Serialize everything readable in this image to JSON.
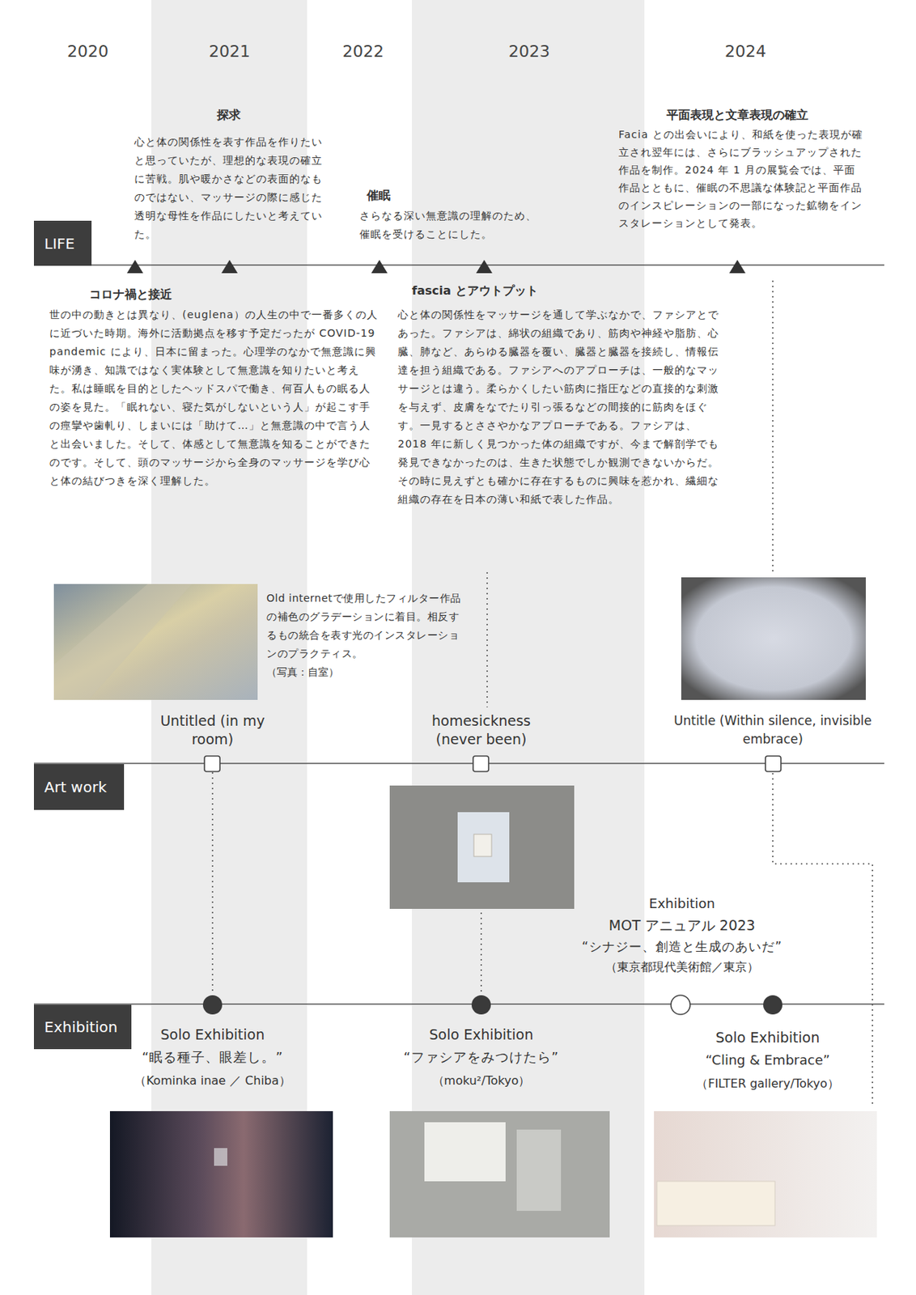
{
  "diagram": {
    "nodes": [
      {
        "text": [
          "LIFE"
        ]
      },
      {
        "text": [
          "Art work"
        ]
      },
      {
        "text": [
          "Exhibition"
        ]
      }
    ],
    "labels": [
      "2020",
      "2021",
      "2022",
      "2023",
      "2024",
      "探求",
      "心と体の関係性を表す作品を作りたいと思っていたが、理想的な表現の確立に苦戦。肌や暖かさなどの表面的なものではない、マッサージの際に感じた透明な母性を作品にしたいと考えていた。",
      "催眠",
      "さらなる深い無意識の理解のため、催眠を受けることにした。",
      "平面表現と文章表現の確立",
      "Facia との出会いにより、和紙を使った表現が確立され翌年には、さらにブラッシュアップされた作品を制作。2024 年 1 月の展覧会では、平面作品とともに、催眠の不思議な体験記と平面作品のインスピレーションの一部になった鉱物をインスタレーションとして発表。",
      "コロナ禍と接近",
      "世の中の動きとは異なり、(euglena）の人生の中で一番多くの人に近づいた時期。海外に活動拠点を移す予定だったが COVID-19 pandemic により、日本に留まった。心理学のなかで無意識に興味が湧き、知識ではなく実体験として無意識を知りたいと考えた。私は睡眠を目的としたヘッドスパで働き、何百人もの眠る人の姿を見た。「眠れない、寝た気がしないという人」が起こす手の痙攣や歯軋り、しまいには「助けて…」と無意識の中で言う人と出会いました。そして、体感として無意識を知ることができたのです。そして、頭のマッサージから全身のマッサージを学び心と体の結びつきを深く理解した。",
      "fascia とアウトプット",
      "心と体の関係性をマッサージを通して学ぶなかで、ファシアとであった。ファシアは、綿状の組織であり、筋肉や神経や脂肪、心臓、肺など、あらゆる臓器を覆い、臓器と臓器を接続し、情報伝達を担う組織である。ファシアへのアプローチは、一般的なマッサージとは違う。柔らかくしたい筋肉に指圧などの直接的な刺激を与えず、皮膚をなでたり引っ張るなどの間接的に筋肉をほぐす。一見するとささやかなアプローチである。ファシアは、2018 年に新しく見つかった体の組織ですが、今まで解剖学でも発見できなかったのは、生きた状態でしか観測できないからだ。その時に見えずとも確かに存在するものに興味を惹かれ、繊細な組織の存在を日本の薄い和紙で表した作品。",
      "Old internetで使用したフィルター作品の補色のグラデーションに着目。相反するもの統合を表す光のインスタレーションのプラクティス。",
      "（写真：自室）",
      "Untitled (in my room)",
      "homesickness (never been)",
      "Untitle (Within silence, invisible embrace)",
      "Exhibition",
      "MOT アニュアル 2023",
      "“シナジー、創造と生成のあいだ”",
      "（東京都現代美術館／東京）",
      "Solo Exhibition",
      "“眠る種子、眼差し。”",
      "（Kominka inae ／ Chiba）",
      "Solo Exhibition",
      "“ファシアをみつけたら”",
      "（moku²/Tokyo）",
      "Solo Exhibition",
      "“Cling & Embrace”",
      "（FILTER gallery/Tokyo）"
    ]
  }
}
